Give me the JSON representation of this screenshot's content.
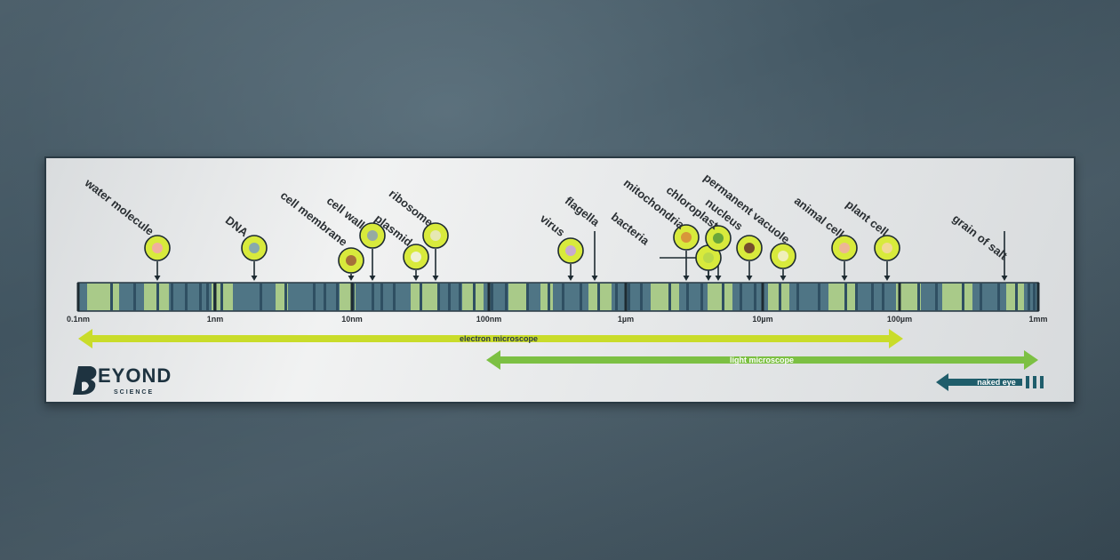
{
  "poster": {
    "scale_labels": [
      "0.1nm",
      "1nm",
      "10nm",
      "100nm",
      "1µm",
      "10µm",
      "100µm",
      "1mm"
    ],
    "items": [
      {
        "label": "water molecule",
        "icon": "water-molecule-icon"
      },
      {
        "label": "DNA",
        "icon": "dna-icon"
      },
      {
        "label": "cell membrane",
        "icon": "cell-membrane-icon"
      },
      {
        "label": "cell wall",
        "icon": "cell-wall-icon"
      },
      {
        "label": "plasmid",
        "icon": "plasmid-icon"
      },
      {
        "label": "ribosome",
        "icon": "ribosome-icon"
      },
      {
        "label": "virus",
        "icon": "virus-icon"
      },
      {
        "label": "flagella",
        "icon": ""
      },
      {
        "label": "bacteria",
        "icon": "bacteria-icon"
      },
      {
        "label": "mitochondria",
        "icon": "mitochondria-icon"
      },
      {
        "label": "chloroplast",
        "icon": "chloroplast-icon"
      },
      {
        "label": "nucleus",
        "icon": "nucleus-icon"
      },
      {
        "label": "permanent vacuole",
        "icon": "vacuole-icon"
      },
      {
        "label": "animal cell",
        "icon": "animal-cell-icon"
      },
      {
        "label": "plant cell",
        "icon": "plant-cell-icon"
      },
      {
        "label": "grain of salt",
        "icon": ""
      }
    ],
    "ranges": {
      "electron": "electron microscope",
      "light": "light microscope",
      "naked": "naked eye"
    },
    "logo": {
      "mark": "B",
      "word": "EYOND",
      "sub": "SCIENCE"
    },
    "colors": {
      "electron": "#c9dc2a",
      "light": "#7cc043",
      "naked": "#1f5d6b",
      "bar_dark": "#4f7585",
      "bar_light": "#b9d98a",
      "icon_fill": "#d8ea3c"
    }
  }
}
